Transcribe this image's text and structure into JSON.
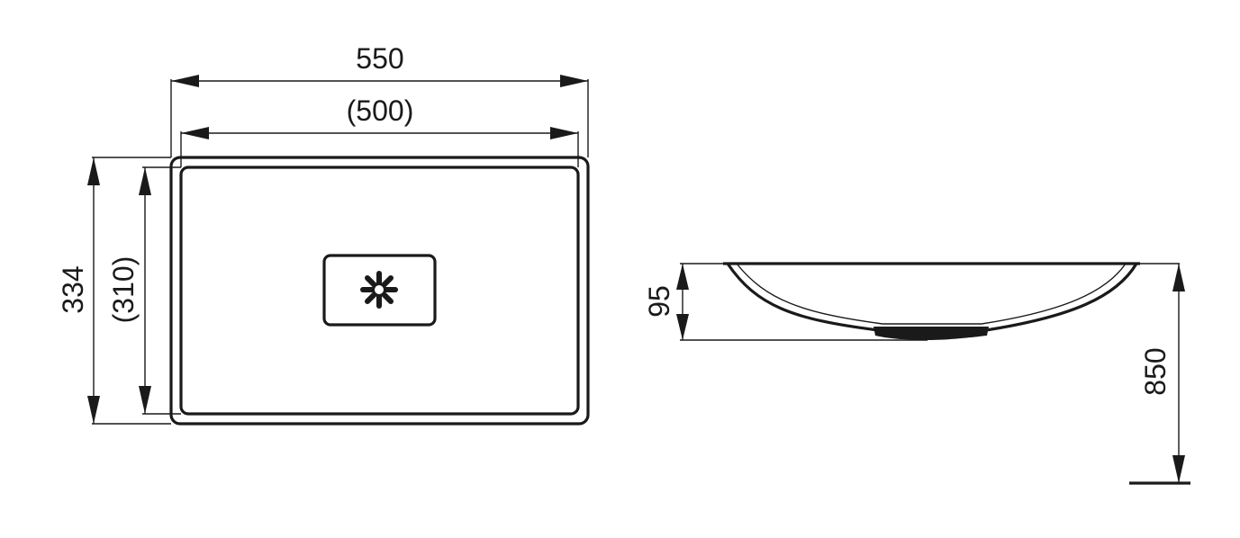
{
  "dimensions": {
    "outer_width": "550",
    "inner_width": "(500)",
    "outer_depth": "334",
    "inner_depth": "(310)",
    "bowl_height": "95",
    "mount_height": "850"
  },
  "colors": {
    "line": "#1a1a1a",
    "background": "#ffffff"
  },
  "icons": {
    "drain": "drain-flower-icon"
  }
}
